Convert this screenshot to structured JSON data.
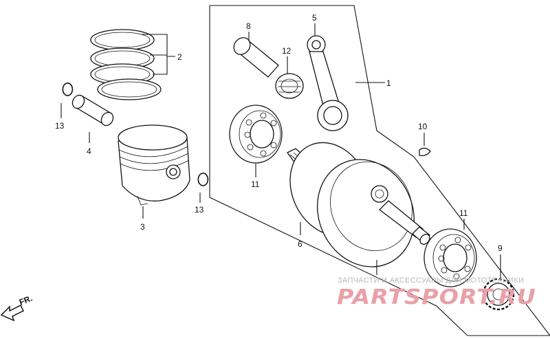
{
  "callouts": {
    "c1": "1",
    "c2": "2",
    "c3": "3",
    "c4": "4",
    "c5": "5",
    "c6": "6",
    "c8": "8",
    "c9": "9",
    "c10": "10",
    "c11a": "11",
    "c11b": "11",
    "c12": "12",
    "c13a": "13",
    "c13b": "13"
  },
  "direction": {
    "label": "FR."
  },
  "watermark": {
    "tagline": "ЗАПЧАСТИ И АКСЕССУАРЫ ДЛЯ МОТОТЕХНИКИ",
    "logo": "PARTSPORT.RU"
  },
  "colors": {
    "ink": "#111111",
    "watermark_logo": "#e9a0a8",
    "watermark_text": "#b9b9b9"
  }
}
